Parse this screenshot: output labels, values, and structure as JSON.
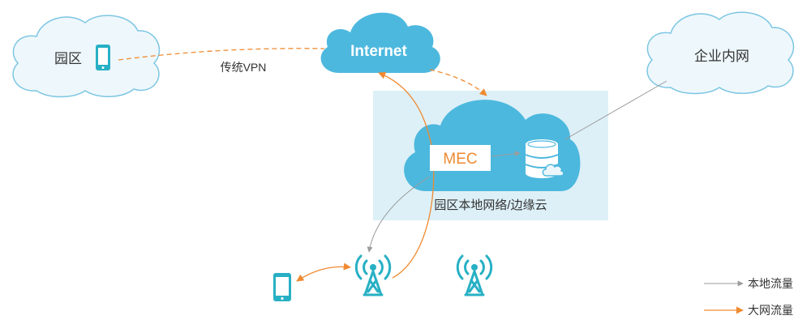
{
  "clouds": {
    "campus": {
      "label": "园区"
    },
    "internet": {
      "label": "Internet"
    },
    "enterprise": {
      "label": "企业内网"
    }
  },
  "edge_zone": {
    "label": "园区本地网络/边缘云"
  },
  "mec": {
    "label": "MEC"
  },
  "links": {
    "traditional_vpn": "传统VPN"
  },
  "legend": [
    {
      "label": "本地流量",
      "color": "#9b9b9b"
    },
    {
      "label": "大网流量",
      "color": "#f08a30"
    }
  ],
  "colors": {
    "local_traffic": "#9b9b9b",
    "wide_area_traffic": "#f08a30",
    "cloud_blue": "#4cb8de",
    "cloud_light_fill": "#eef7fb",
    "cloud_light_stroke": "#7cc6e3",
    "edge_zone_fill": "#ddf0f7",
    "icon_teal": "#27b0c4"
  },
  "icons": {
    "campus_device": "smartphone-icon",
    "user_device": "smartphone-icon",
    "base_stations": [
      "cell-tower-icon",
      "cell-tower-icon"
    ],
    "storage": "database-icon"
  }
}
